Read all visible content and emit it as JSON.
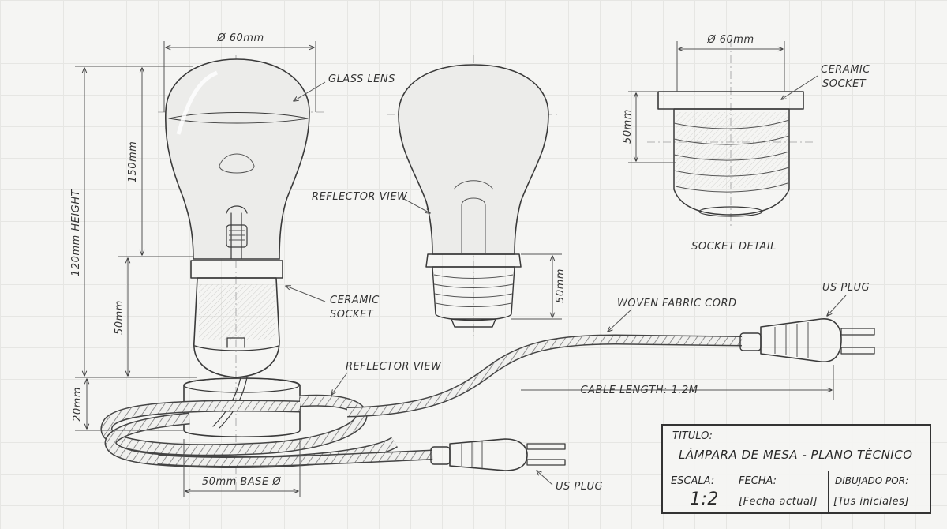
{
  "dimensions": {
    "top_diameter": "Ø 60mm",
    "overall_height": "120mm HEIGHT",
    "bulb_height": "150mm",
    "socket_height": "50mm",
    "base_height": "20mm",
    "base_diameter": "50mm BASE Ø",
    "reflector_socket_height": "50mm",
    "detail_diameter": "Ø 60mm",
    "detail_height": "50mm",
    "cable_length": "CABLE LENGTH: 1.2M"
  },
  "labels": {
    "glass_lens": "GLASS LENS",
    "ceramic_socket_line1": "CERAMIC",
    "ceramic_socket_line2": "SOCKET",
    "reflector_view_top": "REFLECTOR VIEW",
    "reflector_view_bottom": "REFLECTOR VIEW",
    "detail_ceramic_line1": "CERAMIC",
    "detail_ceramic_line2": "SOCKET",
    "socket_detail": "SOCKET DETAIL",
    "woven_fabric_cord": "WOVEN FABRIC CORD",
    "us_plug_top": "US PLUG",
    "us_plug_bottom": "US PLUG"
  },
  "title_block": {
    "titulo_label": "TITULO:",
    "titulo_value": "LÁMPARA DE MESA - PLANO TÉCNICO",
    "escala_label": "ESCALA:",
    "escala_value": "1:2",
    "fecha_label": "FECHA:",
    "fecha_value": "[Fecha actual]",
    "dibujado_label": "DIBUJADO POR:",
    "dibujado_value": "[Tus iniciales]"
  },
  "colors": {
    "ink": "#3a3a3a",
    "paper": "#f5f5f3",
    "grid": "#e6e6e3"
  }
}
